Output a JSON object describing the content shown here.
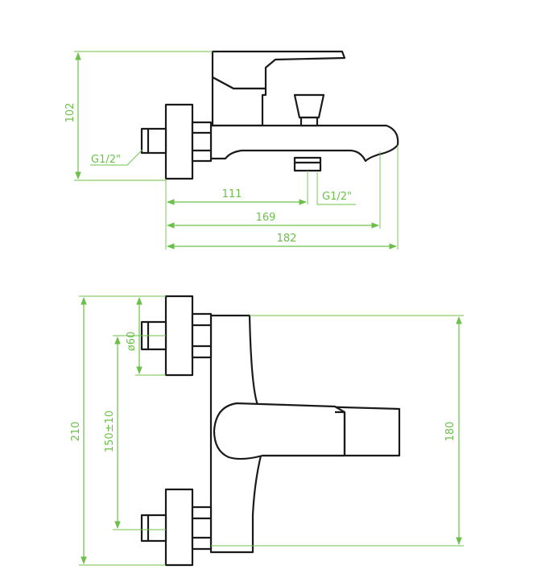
{
  "colors": {
    "dimension": "#6cc04a",
    "outline": "#1a1a1a",
    "background": "#ffffff"
  },
  "side_view": {
    "height_label": "102",
    "inlet_label": "G1/2\"",
    "outlet_label": "G1/2\"",
    "dim_111": "111",
    "dim_169": "169",
    "dim_182": "182"
  },
  "top_view": {
    "diameter_label": "ø60",
    "spacing_label": "150±10",
    "overall_label": "210",
    "depth_label": "180"
  }
}
